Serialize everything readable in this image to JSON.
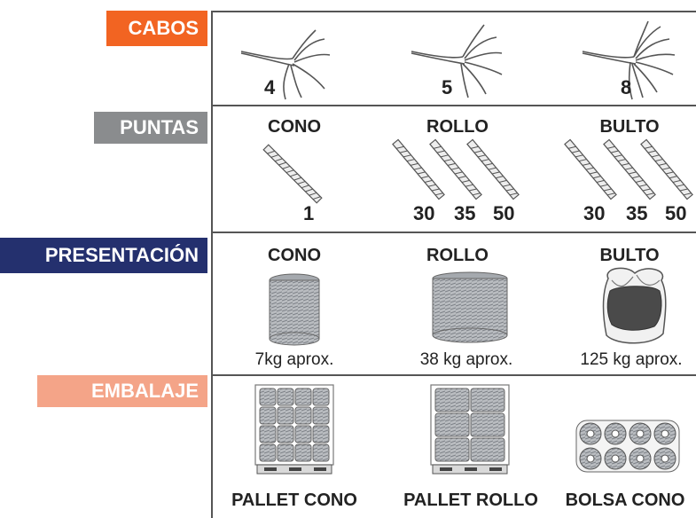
{
  "sections": {
    "cabos": {
      "label": "CABOS",
      "color": "#f26422",
      "items": [
        {
          "count": "4"
        },
        {
          "count": "5"
        },
        {
          "count": "8"
        }
      ]
    },
    "puntas": {
      "label": "PUNTAS",
      "color": "#8a8c8e",
      "columns": [
        {
          "head": "CONO",
          "numbers": [
            "1"
          ]
        },
        {
          "head": "ROLLO",
          "numbers": [
            "30",
            "35",
            "50"
          ]
        },
        {
          "head": "BULTO",
          "numbers": [
            "30",
            "35",
            "50"
          ]
        }
      ]
    },
    "presentacion": {
      "label": "PRESENTACIÓN",
      "color": "#24306e",
      "columns": [
        {
          "head": "CONO",
          "caption": "7kg aprox."
        },
        {
          "head": "ROLLO",
          "caption": "38 kg aprox."
        },
        {
          "head": "BULTO",
          "caption": "125 kg aprox."
        }
      ]
    },
    "embalaje": {
      "label": "EMBALAJE",
      "color": "#f4a488",
      "columns": [
        {
          "foot": "PALLET CONO"
        },
        {
          "foot": "PALLET ROLLO"
        },
        {
          "foot": "BOLSA CONO"
        }
      ]
    }
  }
}
